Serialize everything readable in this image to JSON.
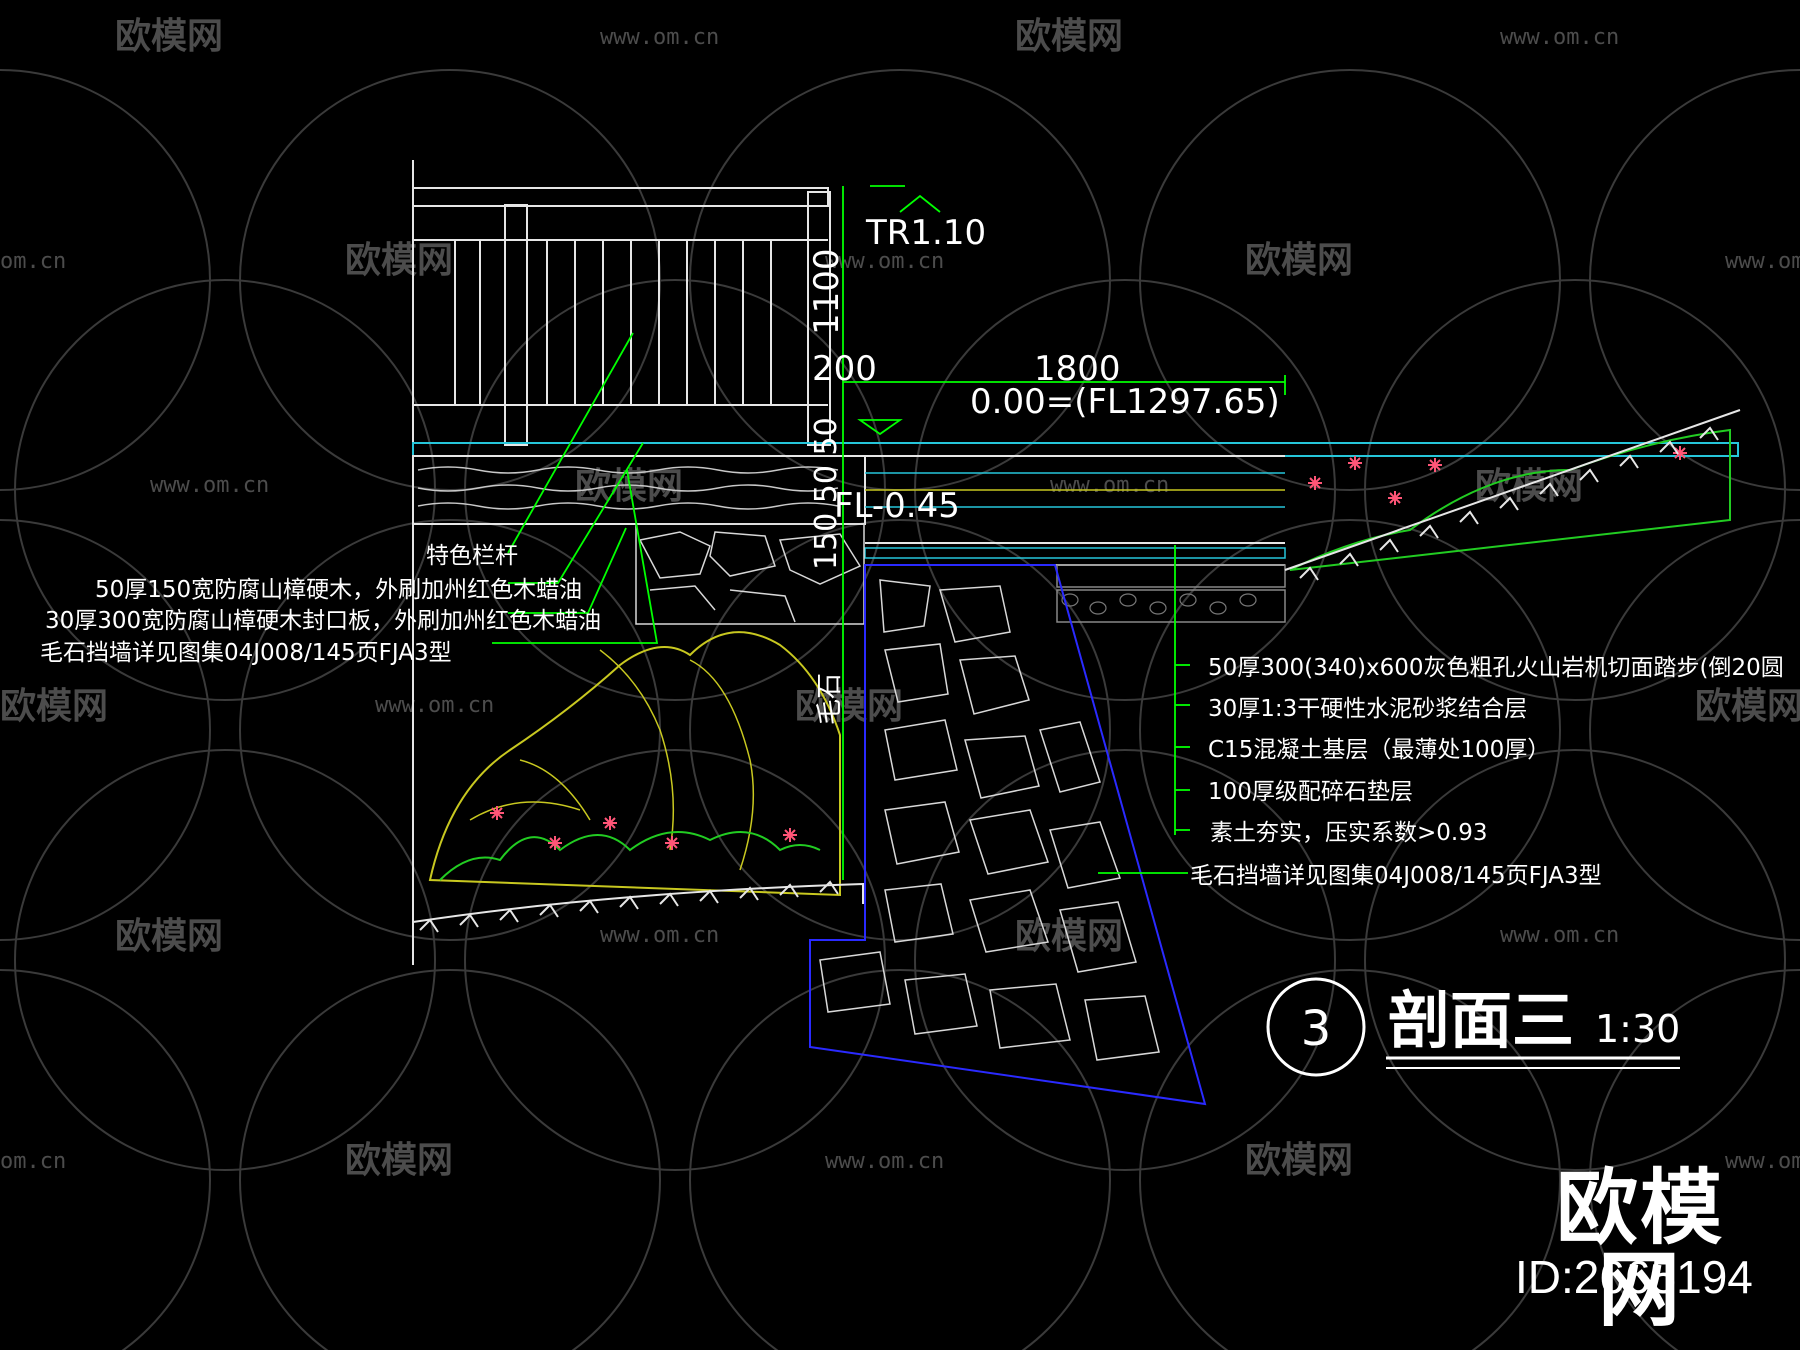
{
  "watermark": {
    "brand": "欧模网",
    "url": "www.om.cn",
    "url_short": "om.cn",
    "brand_partial": "欧模网"
  },
  "logo": {
    "brand": "欧模网",
    "id": "ID:2665194"
  },
  "dimensions": {
    "tr": "TR1.10",
    "rail_height": "1100",
    "d200": "200",
    "d1800": "1800",
    "level": "0.00=(FL1297.65)",
    "fl_low": "FL-0.45",
    "vertical_stack": "150 50 50",
    "stone_tag": "毛石"
  },
  "left_notes": [
    "特色栏杆",
    "50厚150宽防腐山樟硬木，外刷加州红色木蜡油",
    "30厚300宽防腐山樟硬木封口板，外刷加州红色木蜡油",
    "毛石挡墙详见图集04J008/145页FJA3型"
  ],
  "right_notes": [
    "50厚300(340)x600灰色粗孔火山岩机切面踏步(倒20圆",
    "30厚1:3干硬性水泥砂浆结合层",
    "C15混凝土基层（最薄处100厚）",
    "100厚级配碎石垫层",
    "素土夯实，压实系数>0.93",
    "毛石挡墙详见图集04J008/145页FJA3型"
  ],
  "title": {
    "number": "3",
    "name": "剖面三",
    "scale": "1:30"
  },
  "colors": {
    "background": "#000000",
    "leader": "#00ff00",
    "dimension": "#00ff00",
    "rock": "#c8c820",
    "water": "#26c6da",
    "flower": "#ff5577",
    "wall_edge": "#2a2aff",
    "plant": "#22cc22"
  }
}
